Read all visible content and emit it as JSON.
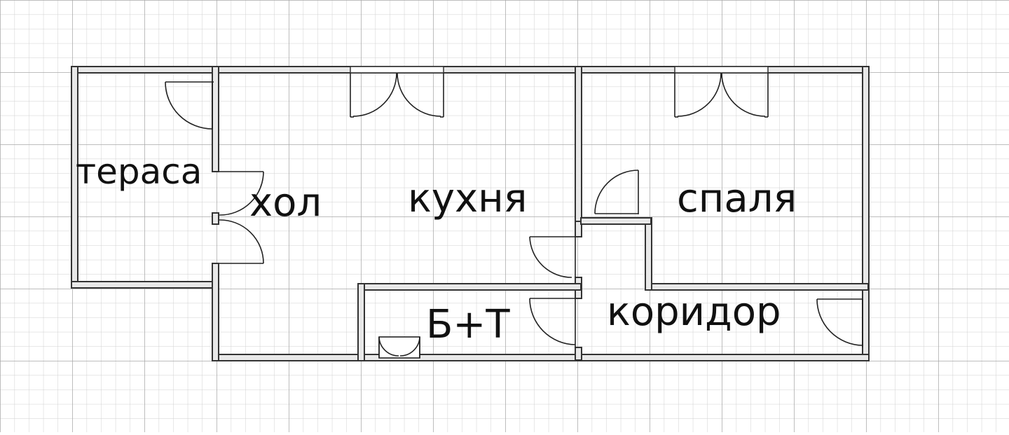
{
  "rooms": {
    "terrace": "тераса",
    "hall": "хол",
    "kitchen": "кухня",
    "bedroom": "спаля",
    "bathroom": "Б+Т",
    "corridor": "коридор"
  },
  "colors": {
    "grid": "#c4c4c4",
    "wall": "#333333",
    "wall_fill": "#e8e8e8",
    "text": "#111111"
  }
}
